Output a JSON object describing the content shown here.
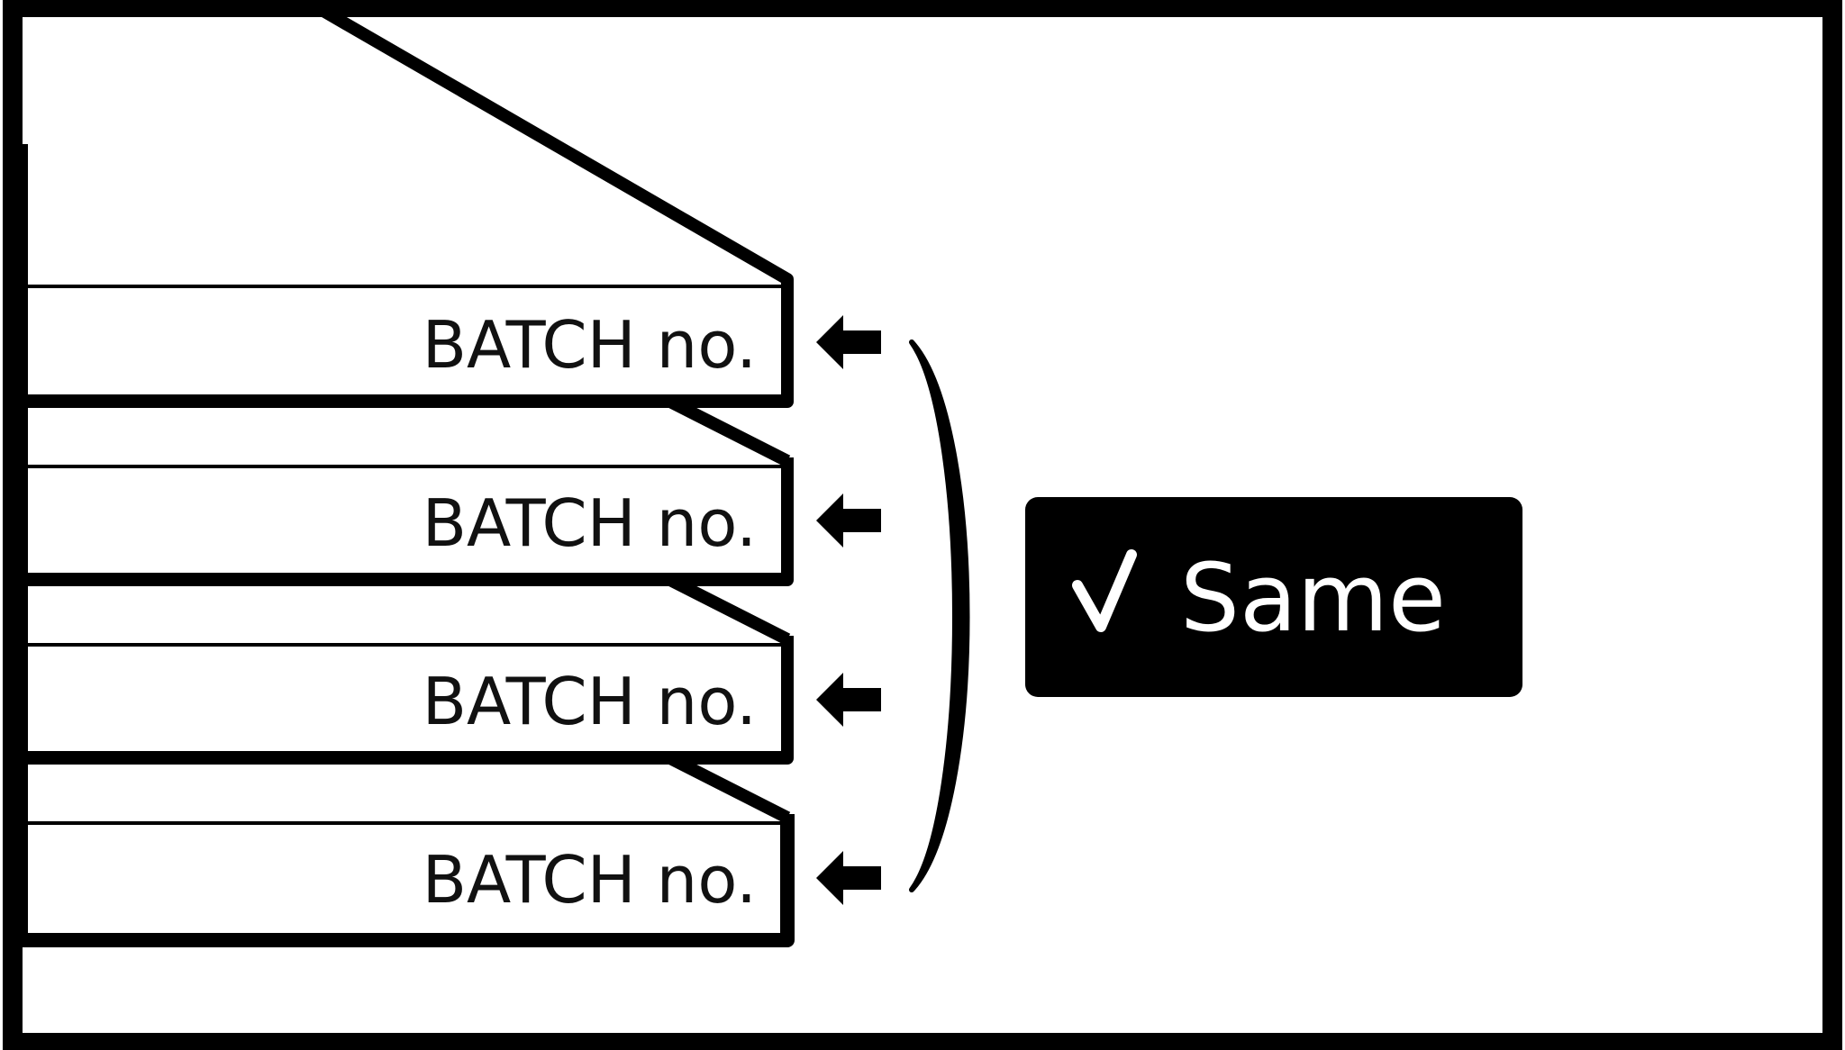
{
  "stack": {
    "items": [
      {
        "label": "BATCH no."
      },
      {
        "label": "BATCH no."
      },
      {
        "label": "BATCH no."
      },
      {
        "label": "BATCH no."
      }
    ]
  },
  "result": {
    "check": "✓",
    "label": "Same"
  },
  "colors": {
    "ink": "#000000",
    "paper": "#ffffff"
  }
}
